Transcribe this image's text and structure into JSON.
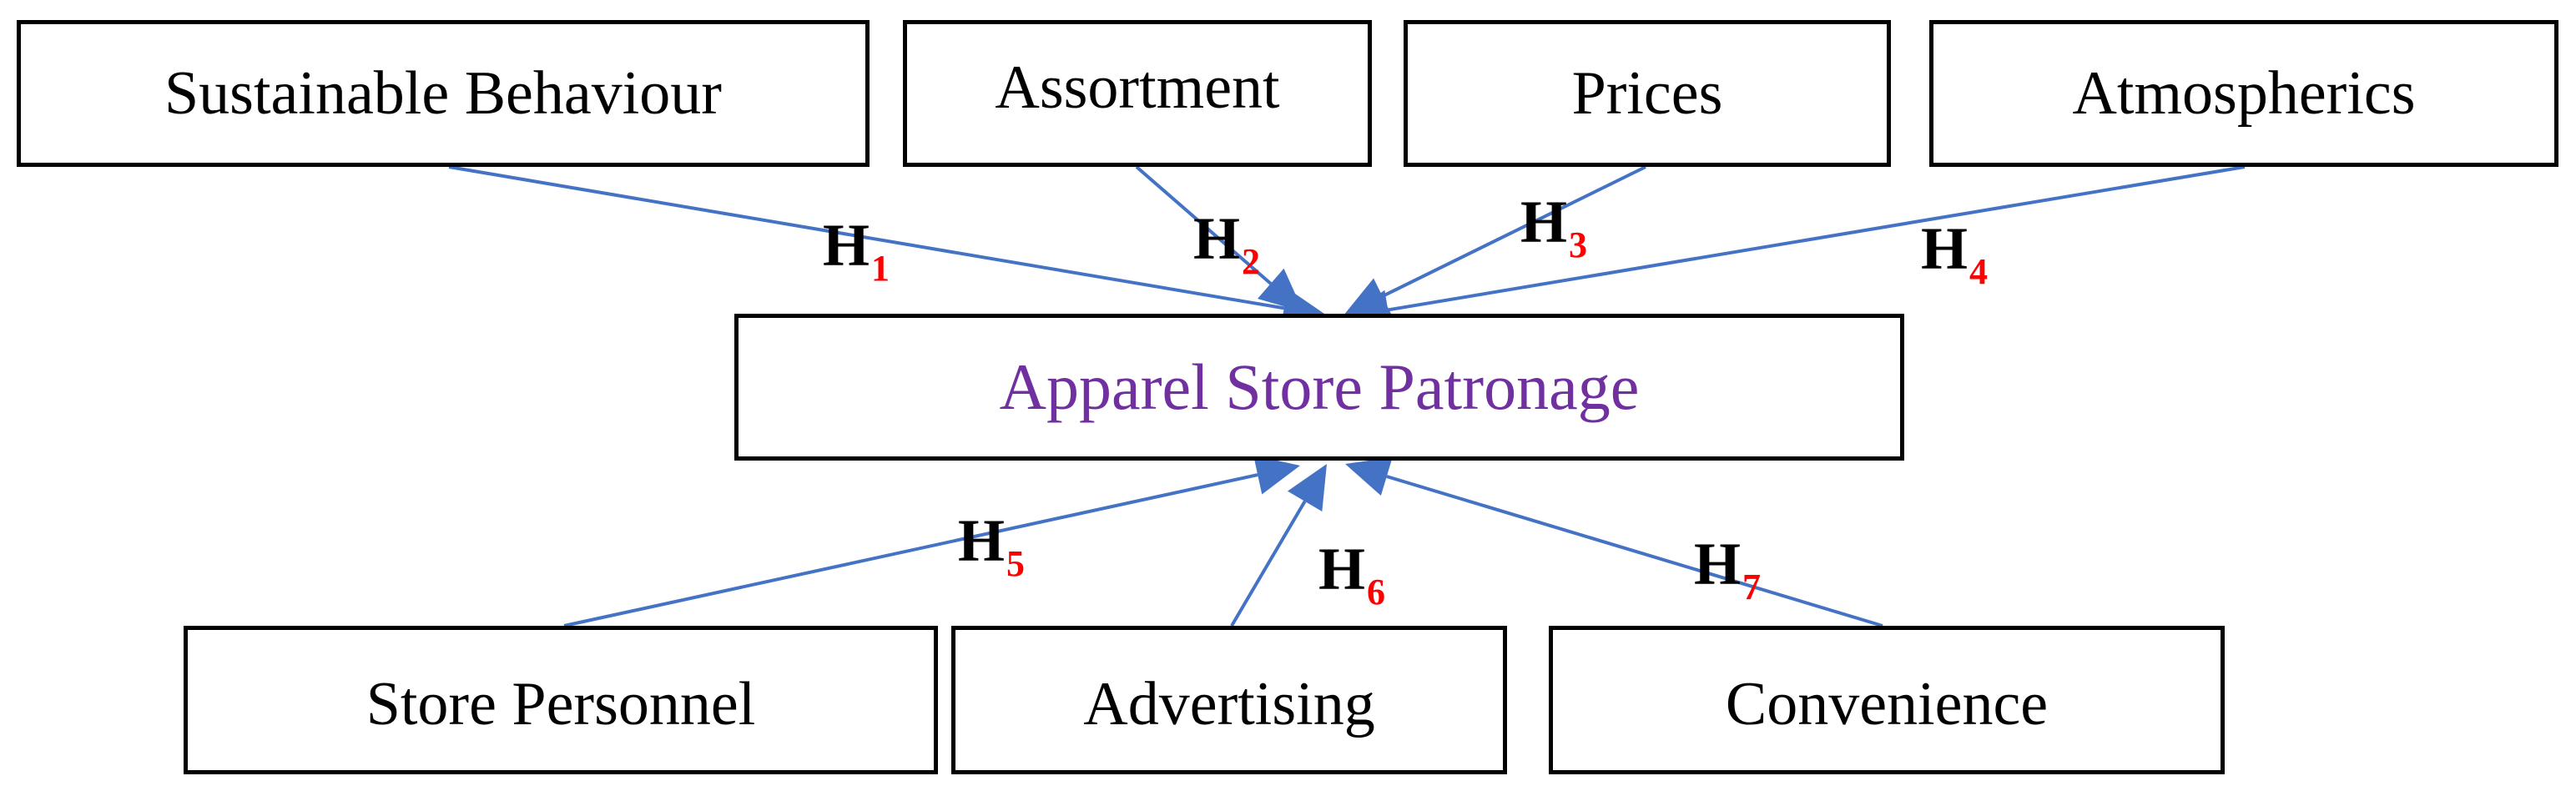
{
  "diagram": {
    "center": {
      "label": "Apparel Store Patronage",
      "color": "#7030a0"
    },
    "factors": {
      "sustainable_behaviour": "Sustainable Behaviour",
      "assortment": "Assortment",
      "prices": "Prices",
      "atmospherics": "Atmospherics",
      "store_personnel": "Store Personnel",
      "advertising": "Advertising",
      "convenience": "Convenience"
    },
    "hypotheses": [
      {
        "letter": "H",
        "number": "1"
      },
      {
        "letter": "H",
        "number": "2"
      },
      {
        "letter": "H",
        "number": "3"
      },
      {
        "letter": "H",
        "number": "4"
      },
      {
        "letter": "H",
        "number": "5"
      },
      {
        "letter": "H",
        "number": "6"
      },
      {
        "letter": "H",
        "number": "7"
      }
    ],
    "colors": {
      "arrow": "#4472c4",
      "subscript": "#ff0000",
      "border": "#000000"
    }
  }
}
